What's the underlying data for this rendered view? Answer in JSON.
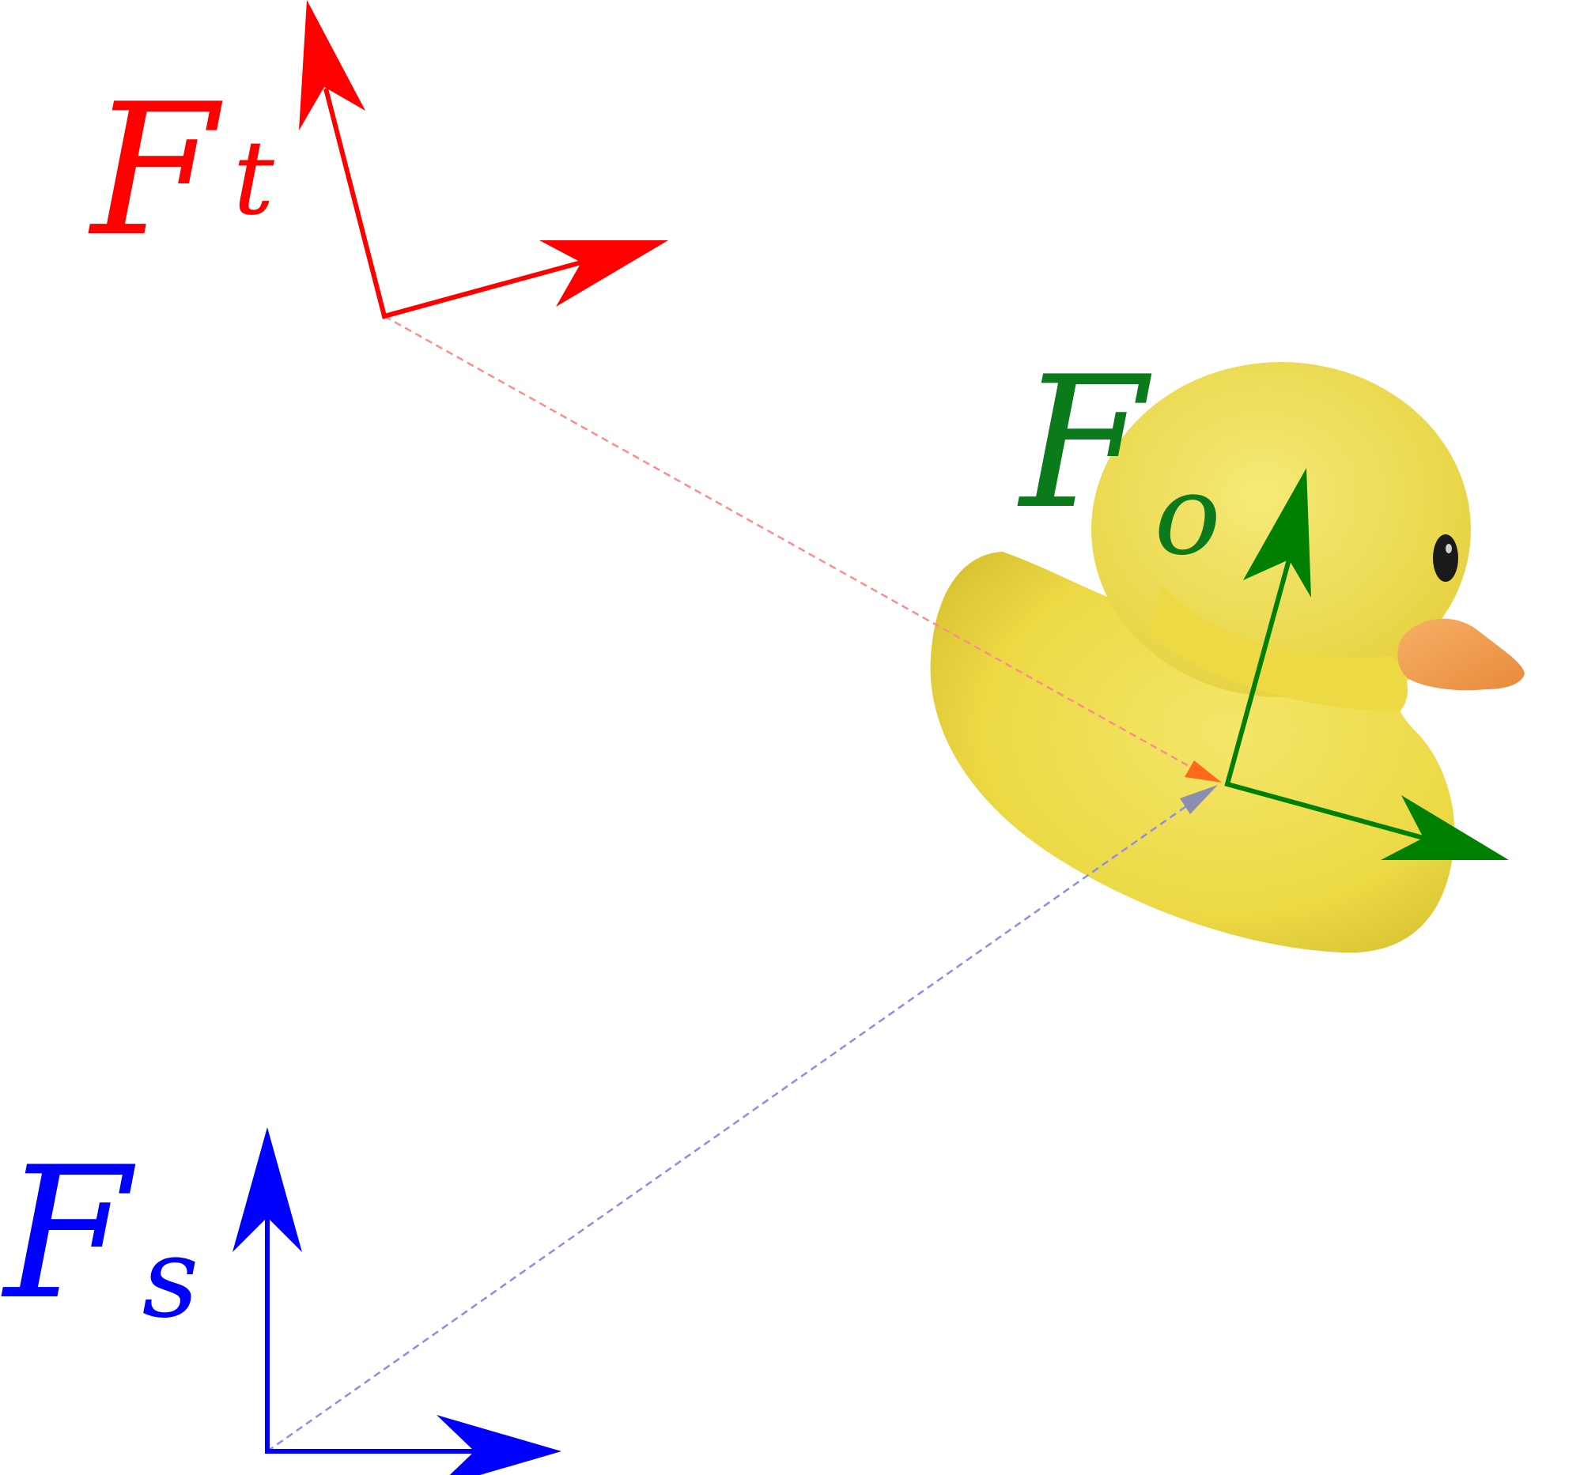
{
  "frames": {
    "target": {
      "script_letter": "F",
      "subscript": "t",
      "color": "#ff0000"
    },
    "object": {
      "script_letter": "F",
      "subscript": "o",
      "color": "#008000"
    },
    "source": {
      "script_letter": "F",
      "subscript": "s",
      "color": "#0000ff"
    }
  },
  "links": {
    "target_to_object_color": "#ff8080",
    "source_to_object_color": "#8080ff",
    "arrowhead_top_color": "#ff6a1a",
    "arrowhead_bottom_color": "#8a8fb0"
  },
  "duck": {
    "body_color": "#f2e25a",
    "beak_color": "#f4a050",
    "eye_color": "#1a1a1a"
  }
}
